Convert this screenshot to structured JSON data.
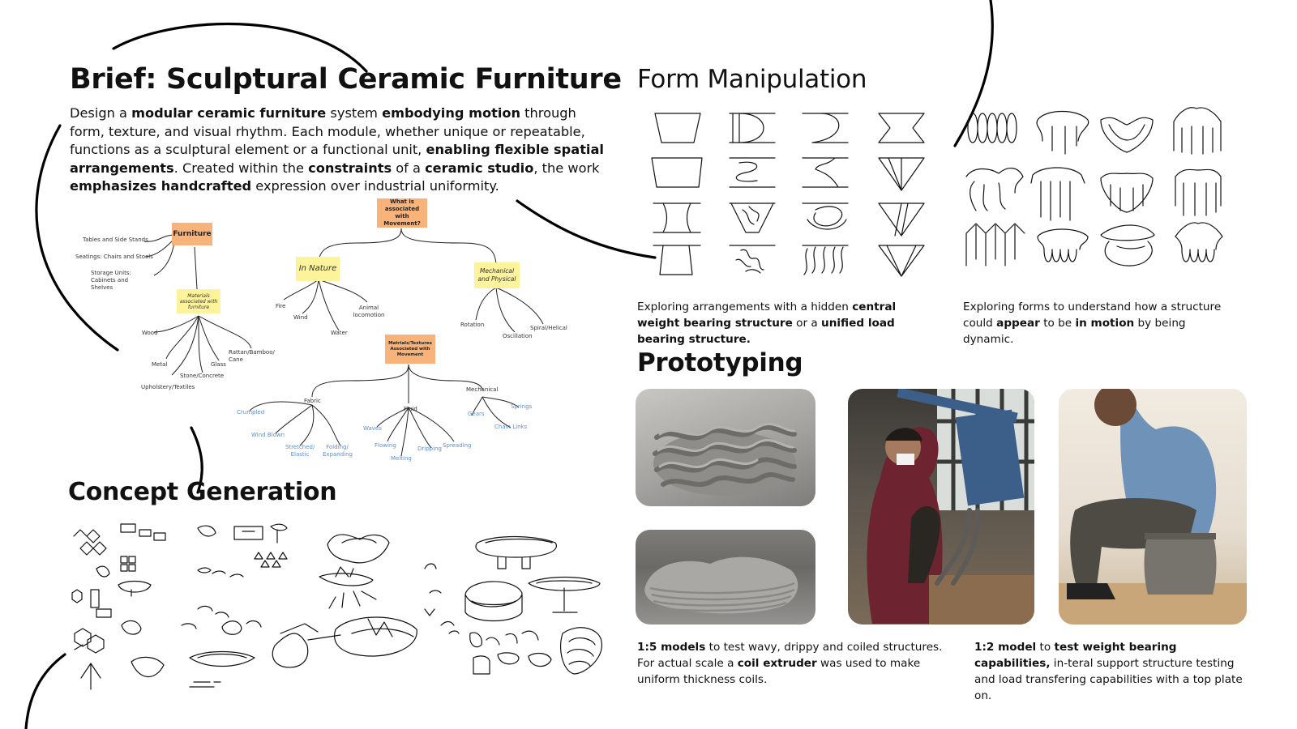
{
  "brief": {
    "title": "Brief: Sculptural Ceramic Furniture",
    "body": [
      {
        "t": "Design a ",
        "b": false
      },
      {
        "t": "modular ceramic furniture",
        "b": true
      },
      {
        "t": " system ",
        "b": false
      },
      {
        "t": "embodying motion",
        "b": true
      },
      {
        "t": " through form, texture, and visual rhythm. Each module, whether unique or repeatable, functions as a sculptural element or a functional unit, ",
        "b": false
      },
      {
        "t": "enabling flexible spatial arrangements",
        "b": true
      },
      {
        "t": ". Created within the ",
        "b": false
      },
      {
        "t": "constraints",
        "b": true
      },
      {
        "t": " of a ",
        "b": false
      },
      {
        "t": "ceramic studio",
        "b": true
      },
      {
        "t": ", the work ",
        "b": false
      },
      {
        "t": "emphasizes handcrafted",
        "b": true
      },
      {
        "t": " expression over industrial uniformity.",
        "b": false
      }
    ]
  },
  "mindmap": {
    "furniture": "Furniture",
    "tables": "Tables and Side Stands",
    "seatings": "Seatings: Chairs and Stools",
    "storage": "Storage Units: Cabinets and Shelves",
    "materials_node": "Materials associated with furniture",
    "materials": [
      "Wood",
      "Metal",
      "Upholstery/Textiles",
      "Stone/Concrete",
      "Glass",
      "Rattan/Bamboo/ Cane"
    ],
    "question": "What is associated with Movement?",
    "in_nature": "In Nature",
    "nature_items": [
      "Fire",
      "Wind",
      "Water",
      "Animal locomotion"
    ],
    "mechanical_node": "Mechanical and Physical",
    "mech_items": [
      "Rotation",
      "Oscillation",
      "Spiral/Helical"
    ],
    "textures_node": "Matrials/Textures Associated with Movement",
    "fabric": "Fabric",
    "fabric_items": [
      "Crumpled",
      "Wind Blown",
      "Stretched/ Elastic",
      "Folding/ Expanding"
    ],
    "fluid": "Fluid",
    "fluid_items": [
      "Waves",
      "Flowing",
      "Melting",
      "Dripping",
      "Spreading"
    ],
    "mechanical": "Mechanical",
    "mechanical_items": [
      "Gears",
      "Springs",
      "Chain Links"
    ]
  },
  "concept": {
    "title": "Concept Generation"
  },
  "form": {
    "title": "Form Manipulation",
    "caption_left": [
      {
        "t": "Exploring arrangements with a hidden ",
        "b": false
      },
      {
        "t": "central weight bearing structure",
        "b": true
      },
      {
        "t": " or a ",
        "b": false
      },
      {
        "t": "unified load bearing structure.",
        "b": true
      }
    ],
    "caption_right": [
      {
        "t": "Exploring forms to understand how a structure could ",
        "b": false
      },
      {
        "t": "appear",
        "b": true
      },
      {
        "t": " to be ",
        "b": false
      },
      {
        "t": "in motion",
        "b": true
      },
      {
        "t": " by being dynamic.",
        "b": false
      }
    ]
  },
  "prototyping": {
    "title": "Prototyping",
    "caption_left": [
      {
        "t": "1:5 models",
        "b": true
      },
      {
        "t": " to test wavy, drippy and coiled structures. For actual scale a ",
        "b": false
      },
      {
        "t": "coil extruder",
        "b": true
      },
      {
        "t": " was used to make uniform thickness coils.",
        "b": false
      }
    ],
    "caption_right": [
      {
        "t": "1:2 model",
        "b": true
      },
      {
        "t": " to ",
        "b": false
      },
      {
        "t": "test weight bearing capabilities,",
        "b": true
      },
      {
        "t": " in-teral support structure testing and load transfering capabilities with a top plate on.",
        "b": false
      }
    ]
  },
  "colors": {
    "orange": "#f7b37a",
    "yellow": "#fdf39b",
    "blue_text": "#5b8ed6",
    "clay": "#9a9a97"
  },
  "icons": [
    "coiled-clay-bowl-photo",
    "flat-clay-coil-photo",
    "coil-extruder-photo",
    "seated-test-photo"
  ]
}
